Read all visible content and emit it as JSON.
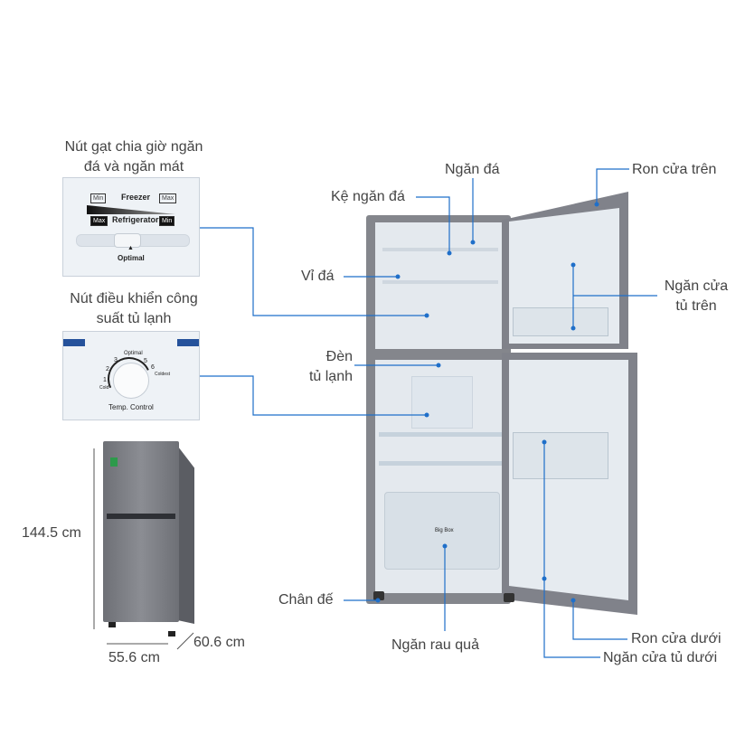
{
  "labels": {
    "slider_caption": [
      "Nút gạt chia giờ ngăn",
      "đá và ngăn mát"
    ],
    "dial_caption": [
      "Nút điều khiển công",
      "suất tủ lạnh"
    ],
    "ngan_da": "Ngăn đá",
    "ke_ngan_da": "Kệ ngăn đá",
    "vi_da": "Vỉ đá",
    "den_tu_lanh": [
      "Đèn",
      "tủ lạnh"
    ],
    "chan_de": "Chân đế",
    "ngan_rau_qua": "Ngăn rau quả",
    "ron_cua_tren": "Ron cửa trên",
    "ngan_cua_tu_tren": [
      "Ngăn cửa",
      "tủ trên"
    ],
    "ron_cua_duoi": "Ron cửa dưới",
    "ngan_cua_tu_duoi": "Ngăn cửa tủ dưới"
  },
  "dimensions": {
    "height": "144.5 cm",
    "width": "55.6 cm",
    "depth": "60.6 cm"
  },
  "slider_panel": {
    "freezer": "Freezer",
    "refrigerator": "Refrigerator",
    "min": "Min",
    "max": "Max",
    "optimal": "Optimal"
  },
  "dial_panel": {
    "scale": [
      "1",
      "2",
      "3",
      "5",
      "6"
    ],
    "optimal": "Optimal",
    "cold": "Cold",
    "coldest": "Coldest",
    "title": "Temp. Control"
  },
  "crisper_badge": "Big Box",
  "colors": {
    "line": "#1f6fc9",
    "body": "#7d7f86",
    "interior": "#e4e9ee"
  }
}
